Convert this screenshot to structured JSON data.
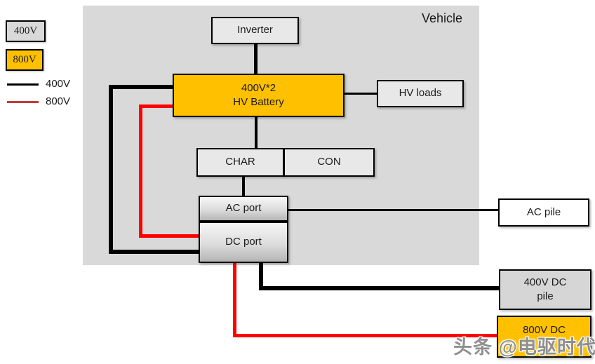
{
  "title": "Vehicle",
  "legend": {
    "box_400v": "400V",
    "box_800v": "800V",
    "line_400v": "400V",
    "line_800v": "800V"
  },
  "nodes": {
    "inverter": {
      "label": "Inverter"
    },
    "battery": {
      "line1": "400V*2",
      "line2": "HV Battery"
    },
    "hv_loads": {
      "label": "HV loads"
    },
    "char": {
      "label": "CHAR"
    },
    "con": {
      "label": "CON"
    },
    "ac_port": {
      "label": "AC port"
    },
    "dc_port": {
      "label": "DC port"
    },
    "ac_pile": {
      "label": "AC pile"
    },
    "dc_pile_400": {
      "line1": "400V DC",
      "line2": "pile"
    },
    "dc_pile_800": {
      "line1": "800V DC"
    }
  },
  "colors": {
    "orange_800v_fill": "#FFC000",
    "gray_400v_fill": "#D9D9D9",
    "line_400v": "#000000",
    "line_800v": "#FF0000"
  },
  "watermark": "头条 @电驱时代"
}
